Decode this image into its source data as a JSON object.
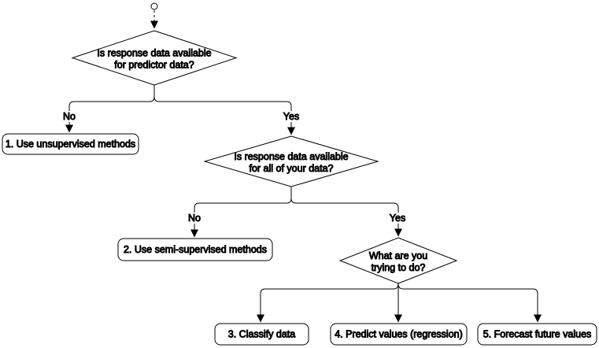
{
  "flowchart": {
    "decisions": [
      {
        "lines": [
          "Is response data available",
          "for predictor data?"
        ]
      },
      {
        "lines": [
          "Is response data available",
          "for all of your data?"
        ]
      },
      {
        "lines": [
          "What are you",
          "trying to do?"
        ]
      }
    ],
    "branch_labels": [
      {
        "text": "No"
      },
      {
        "text": "Yes"
      },
      {
        "text": "No"
      },
      {
        "text": "Yes"
      }
    ],
    "outcomes": [
      {
        "text": "1. Use unsupervised methods"
      },
      {
        "text": "2. Use semi-supervised methods"
      },
      {
        "text": "3. Classify data"
      },
      {
        "text": "4. Predict values (regression)"
      },
      {
        "text": "5. Forecast future values"
      }
    ],
    "colors": {
      "stroke": "#000000",
      "text": "#000000",
      "background": "#ffffff"
    }
  }
}
